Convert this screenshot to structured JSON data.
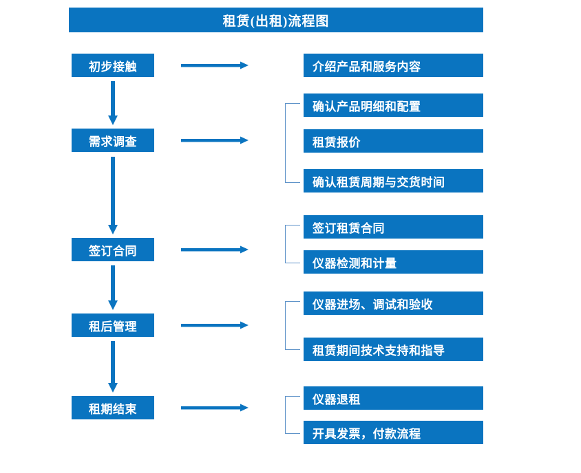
{
  "diagram": {
    "title": "租赁(出租)流程图",
    "theme": {
      "box_fill": "#0a74c0",
      "box_text": "#ffffff",
      "arrow_color": "#0a74c0",
      "bracket_color": "#5f93c9",
      "background": "#ffffff"
    },
    "stages": [
      {
        "id": "stage-1",
        "label": "初步接触"
      },
      {
        "id": "stage-2",
        "label": "需求调查"
      },
      {
        "id": "stage-3",
        "label": "签订合同"
      },
      {
        "id": "stage-4",
        "label": "租后管理"
      },
      {
        "id": "stage-5",
        "label": "租期结束"
      }
    ],
    "details": [
      {
        "id": "detail-1-1",
        "label": "介绍产品和服务内容",
        "stage": "stage-1"
      },
      {
        "id": "detail-2-1",
        "label": "确认产品明细和配置",
        "stage": "stage-2"
      },
      {
        "id": "detail-2-2",
        "label": "租赁报价",
        "stage": "stage-2"
      },
      {
        "id": "detail-2-3",
        "label": "确认租赁周期与交货时间",
        "stage": "stage-2"
      },
      {
        "id": "detail-3-1",
        "label": "签订租赁合同",
        "stage": "stage-3"
      },
      {
        "id": "detail-3-2",
        "label": "仪器检测和计量",
        "stage": "stage-3"
      },
      {
        "id": "detail-4-1",
        "label": "仪器进场、调试和验收",
        "stage": "stage-4"
      },
      {
        "id": "detail-4-2",
        "label": "租赁期间技术支持和指导",
        "stage": "stage-4"
      },
      {
        "id": "detail-5-1",
        "label": "仪器退租",
        "stage": "stage-5"
      },
      {
        "id": "detail-5-2",
        "label": "开具发票，付款流程",
        "stage": "stage-5"
      }
    ],
    "flow_arrows": [
      {
        "id": "flow-1-2",
        "from": "stage-1",
        "to": "stage-2",
        "direction": "down"
      },
      {
        "id": "flow-2-3",
        "from": "stage-2",
        "to": "stage-3",
        "direction": "down"
      },
      {
        "id": "flow-3-4",
        "from": "stage-3",
        "to": "stage-4",
        "direction": "down"
      },
      {
        "id": "flow-4-5",
        "from": "stage-4",
        "to": "stage-5",
        "direction": "down"
      }
    ],
    "link_arrows": [
      {
        "id": "link-1",
        "from": "stage-1",
        "direction": "right"
      },
      {
        "id": "link-2",
        "from": "stage-2",
        "direction": "right"
      },
      {
        "id": "link-3",
        "from": "stage-3",
        "direction": "right"
      },
      {
        "id": "link-4",
        "from": "stage-4",
        "direction": "right"
      },
      {
        "id": "link-5",
        "from": "stage-5",
        "direction": "right"
      }
    ],
    "brackets": [
      {
        "id": "bracket-2",
        "groups": [
          "detail-2-1",
          "detail-2-2",
          "detail-2-3"
        ]
      },
      {
        "id": "bracket-3",
        "groups": [
          "detail-3-1",
          "detail-3-2"
        ]
      },
      {
        "id": "bracket-4",
        "groups": [
          "detail-4-1",
          "detail-4-2"
        ]
      },
      {
        "id": "bracket-5",
        "groups": [
          "detail-5-1",
          "detail-5-2"
        ]
      }
    ]
  }
}
